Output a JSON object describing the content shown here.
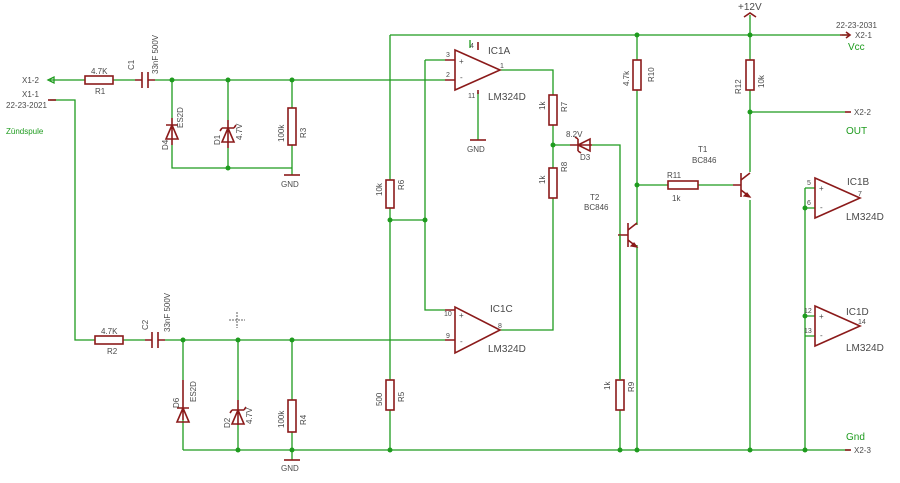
{
  "nets": {
    "vcc_supply": "+12V",
    "gnd_small": "GND",
    "x2_1": "X2-1",
    "x2_1_tag": "22-23-2031",
    "vcc": "Vcc",
    "x2_2": "X2-2",
    "out": "OUT",
    "x2_3": "X2-3",
    "gnd_big": "Gnd",
    "x1_2": "X1-2",
    "x1_1": "X1-1",
    "x1_1_tag": "22-23-2021",
    "zuendspule": "Zündspule"
  },
  "components": {
    "R1": {
      "name": "R1",
      "value": "4.7K"
    },
    "R2": {
      "name": "R2",
      "value": "4.7K"
    },
    "R3": {
      "name": "R3",
      "value": "100k"
    },
    "R4": {
      "name": "R4",
      "value": "100k"
    },
    "R5": {
      "name": "R5",
      "value": "500"
    },
    "R6": {
      "name": "R6",
      "value": "10k"
    },
    "R7": {
      "name": "R7",
      "value": "1k"
    },
    "R8": {
      "name": "R8",
      "value": "1k"
    },
    "R9": {
      "name": "R9",
      "value": "1k"
    },
    "R10": {
      "name": "R10",
      "value": "4.7k"
    },
    "R11": {
      "name": "R11",
      "value": "1k"
    },
    "R12": {
      "name": "R12",
      "value": "10k"
    },
    "C1": {
      "name": "C1",
      "value": "33nF 500V"
    },
    "C2": {
      "name": "C2",
      "value": "33nF 500V"
    },
    "D1": {
      "name": "D1",
      "value": "4.7V"
    },
    "D2": {
      "name": "D2",
      "value": "4.7V"
    },
    "D3": {
      "name": "D3",
      "value": "8.2V"
    },
    "D4": {
      "name": "D4",
      "value": "ES2D"
    },
    "D6": {
      "name": "D6",
      "value": "ES2D"
    },
    "T1": {
      "name": "T1",
      "value": "BC846"
    },
    "T2": {
      "name": "T2",
      "value": "BC846"
    },
    "IC1A": {
      "name": "IC1A",
      "value": "LM324D"
    },
    "IC1B": {
      "name": "IC1B",
      "value": "LM324D"
    },
    "IC1C": {
      "name": "IC1C",
      "value": "LM324D"
    },
    "IC1D": {
      "name": "IC1D",
      "value": "LM324D"
    }
  },
  "pins": {
    "ic1a": {
      "p3": "3",
      "p2": "2",
      "p1": "1",
      "p4": "4",
      "p11": "11"
    },
    "ic1b": {
      "p5": "5",
      "p6": "6",
      "p7": "7"
    },
    "ic1c": {
      "p10": "10",
      "p9": "9",
      "p8": "8"
    },
    "ic1d": {
      "p12": "12",
      "p13": "13",
      "p14": "14"
    }
  },
  "colors": {
    "wire": "#1e9b1e",
    "component": "#8b1a1a",
    "text": "#4a4a4a",
    "background": "#ffffff"
  }
}
